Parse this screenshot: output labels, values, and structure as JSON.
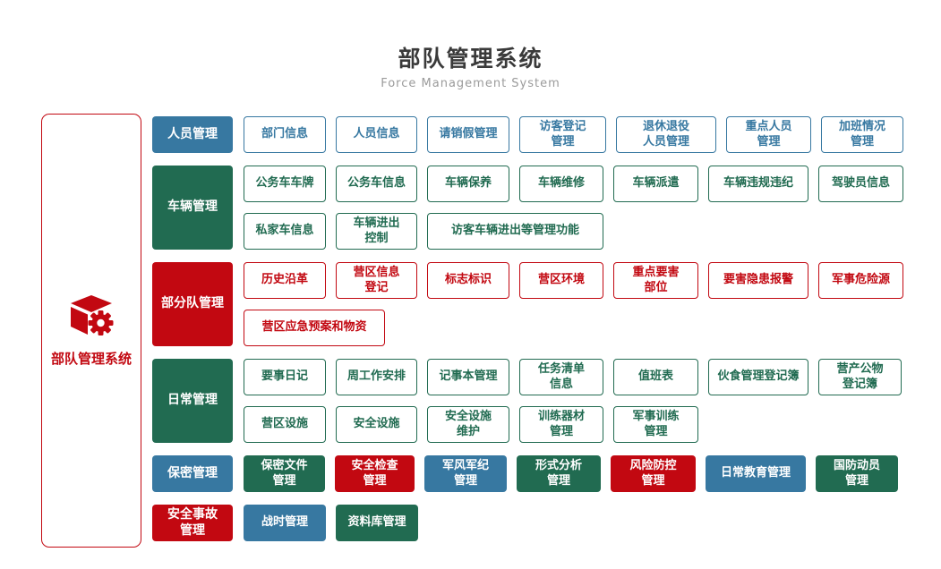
{
  "header": {
    "title": "部队管理系统",
    "subtitle": "Force Management System"
  },
  "sidebar": {
    "label": "部队管理系统",
    "icon": "cube-gear-icon"
  },
  "colors": {
    "blue": "#3778A1",
    "green": "#216B51",
    "red": "#C20811"
  },
  "rows": [
    {
      "category": {
        "label": "人员管理",
        "color": "blue"
      },
      "items": [
        {
          "label": "部门信息",
          "w": 92
        },
        {
          "label": "人员信息",
          "w": 91
        },
        {
          "label": "请销假管理",
          "w": 92
        },
        {
          "label": "访客登记\n管理",
          "w": 97
        },
        {
          "label": "退休退役\n人员管理",
          "w": 112
        },
        {
          "label": "重点人员\n管理",
          "w": 95
        },
        {
          "label": "加班情况\n管理",
          "w": 92
        }
      ]
    },
    {
      "category": {
        "label": "车辆管理",
        "color": "green"
      },
      "items": [
        {
          "label": "公务车车牌",
          "w": 92
        },
        {
          "label": "公务车信息",
          "w": 91
        },
        {
          "label": "车辆保养",
          "w": 92
        },
        {
          "label": "车辆维修",
          "w": 94
        },
        {
          "label": "车辆派遣",
          "w": 95
        },
        {
          "label": "车辆违规违纪",
          "w": 112
        },
        {
          "label": "驾驶员信息",
          "w": 95
        },
        {
          "label": "私家车信息",
          "w": 92
        },
        {
          "label": "车辆进出\n控制",
          "w": 91
        },
        {
          "label": "访客车辆进出等管理功能",
          "w": 197
        }
      ]
    },
    {
      "category": {
        "label": "部分队管理",
        "color": "red"
      },
      "items": [
        {
          "label": "历史沿革",
          "w": 92
        },
        {
          "label": "营区信息\n登记",
          "w": 91
        },
        {
          "label": "标志标识",
          "w": 92
        },
        {
          "label": "营区环境",
          "w": 94
        },
        {
          "label": "重点要害\n部位",
          "w": 95
        },
        {
          "label": "要害隐患报警",
          "w": 112
        },
        {
          "label": "军事危险源",
          "w": 95
        },
        {
          "label": "营区应急预案和物资",
          "w": 158
        }
      ]
    },
    {
      "category": {
        "label": "日常管理",
        "color": "green"
      },
      "items": [
        {
          "label": "要事日记",
          "w": 92
        },
        {
          "label": "周工作安排",
          "w": 91
        },
        {
          "label": "记事本管理",
          "w": 92
        },
        {
          "label": "任务清单\n信息",
          "w": 94
        },
        {
          "label": "值班表",
          "w": 95
        },
        {
          "label": "伙食管理登记簿",
          "w": 112
        },
        {
          "label": "营产公物\n登记簿",
          "w": 93
        },
        {
          "label": "营区设施",
          "w": 92
        },
        {
          "label": "安全设施",
          "w": 91
        },
        {
          "label": "安全设施\n维护",
          "w": 92
        },
        {
          "label": "训练器材\n管理",
          "w": 94
        },
        {
          "label": "军事训练\n管理",
          "w": 95
        }
      ]
    },
    {
      "category": {
        "label": "保密管理",
        "color": "blue"
      },
      "items": [
        {
          "label": "保密文件\n管理",
          "w": 91,
          "filled": true,
          "color": "green"
        },
        {
          "label": "安全检查\n管理",
          "w": 89,
          "filled": true,
          "color": "red"
        },
        {
          "label": "军风军纪\n管理",
          "w": 92,
          "filled": true,
          "color": "blue"
        },
        {
          "label": "形式分析\n管理",
          "w": 94,
          "filled": true,
          "color": "green"
        },
        {
          "label": "风险防控\n管理",
          "w": 95,
          "filled": true,
          "color": "red"
        },
        {
          "label": "日常教育管理",
          "w": 112,
          "filled": true,
          "color": "blue"
        },
        {
          "label": "国防动员\n管理",
          "w": 92,
          "filled": true,
          "color": "green"
        }
      ]
    },
    {
      "category": {
        "label": "安全事故\n管理",
        "color": "red"
      },
      "items": [
        {
          "label": "战时管理",
          "w": 92,
          "filled": true,
          "color": "blue"
        },
        {
          "label": "资料库管理",
          "w": 92,
          "filled": true,
          "color": "green"
        }
      ]
    }
  ]
}
